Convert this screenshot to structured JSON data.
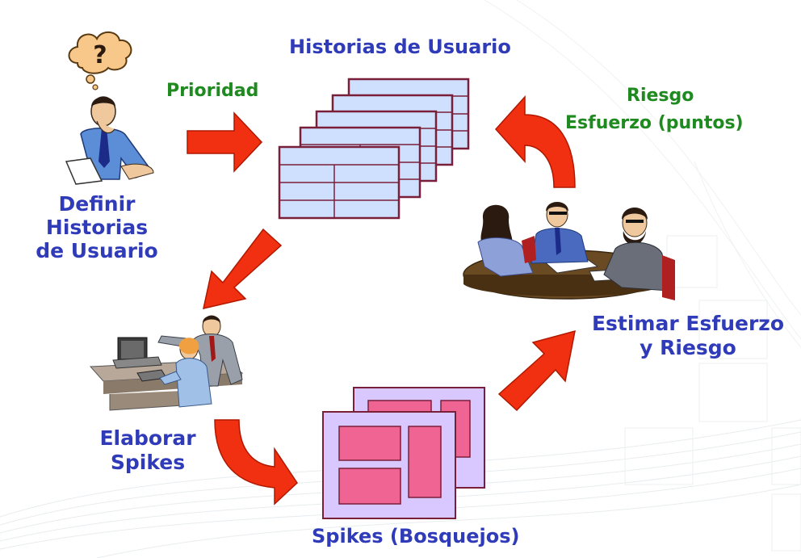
{
  "labels": {
    "historias": "Historias de Usuario",
    "prioridad": "Prioridad",
    "riesgo": "Riesgo",
    "esfuerzo_puntos": "Esfuerzo (puntos)",
    "definir_1": "Definir",
    "definir_2": "Historias",
    "definir_3": "de Usuario",
    "estimar_1": "Estimar Esfuerzo",
    "estimar_2": "y Riesgo",
    "elaborar_1": "Elaborar",
    "elaborar_2": "Spikes",
    "spikes": "Spikes (Bosquejos)",
    "question": "?"
  },
  "colors": {
    "label_blue": "#2f3bb8",
    "label_green": "#1f8a1f",
    "arrow_red": "#f03010",
    "card_fill": "#cfe0ff",
    "card_border": "#7a1f3a",
    "spike_bg": "#d9c8ff",
    "spike_block": "#f06494"
  }
}
